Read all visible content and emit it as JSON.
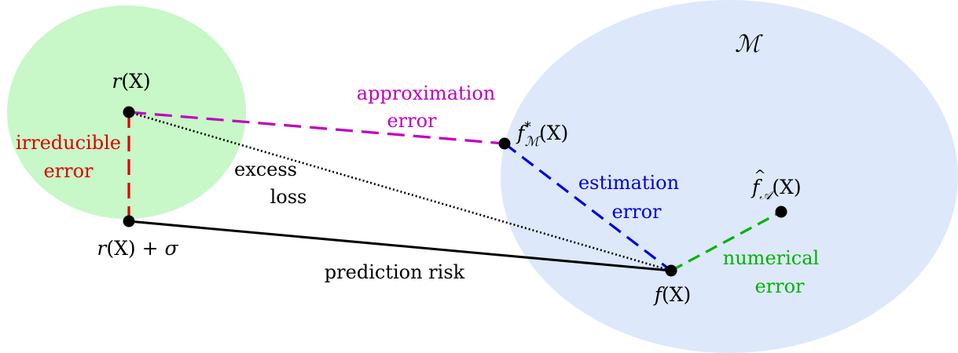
{
  "colors": {
    "left_region": "#c8f7c8",
    "model_region": "#dde8fb",
    "point": "#000000",
    "approximation": "#c000c0",
    "estimation": "#0000dd",
    "irreducible": "#dd0000",
    "numerical": "#00b300",
    "excess": "#000000",
    "risk": "#000000"
  },
  "region_label": "ℳ",
  "points": {
    "rX": {
      "fn": "r",
      "arg": "(X)"
    },
    "rXsigma": {
      "fn": "r",
      "arg": "(X) + ",
      "extra": "σ"
    },
    "fstar": {
      "fn": "f",
      "sup": "*",
      "sub": "ℳ",
      "arg": "(X)"
    },
    "fhat": {
      "fn": "f",
      "hat": "^",
      "sub": "𝒜",
      "arg": "(X)"
    },
    "fX": {
      "fn": "f",
      "arg": "(X)"
    }
  },
  "edges": {
    "approximation": {
      "line1": "approximation",
      "line2": "error"
    },
    "irreducible": {
      "line1": "irreducible",
      "line2": "error"
    },
    "excess": {
      "line1": "excess",
      "line2": "loss"
    },
    "estimation": {
      "line1": "estimation",
      "line2": "error"
    },
    "numerical": {
      "line1": "numerical",
      "line2": "error"
    },
    "risk": {
      "line1": "prediction risk"
    }
  }
}
